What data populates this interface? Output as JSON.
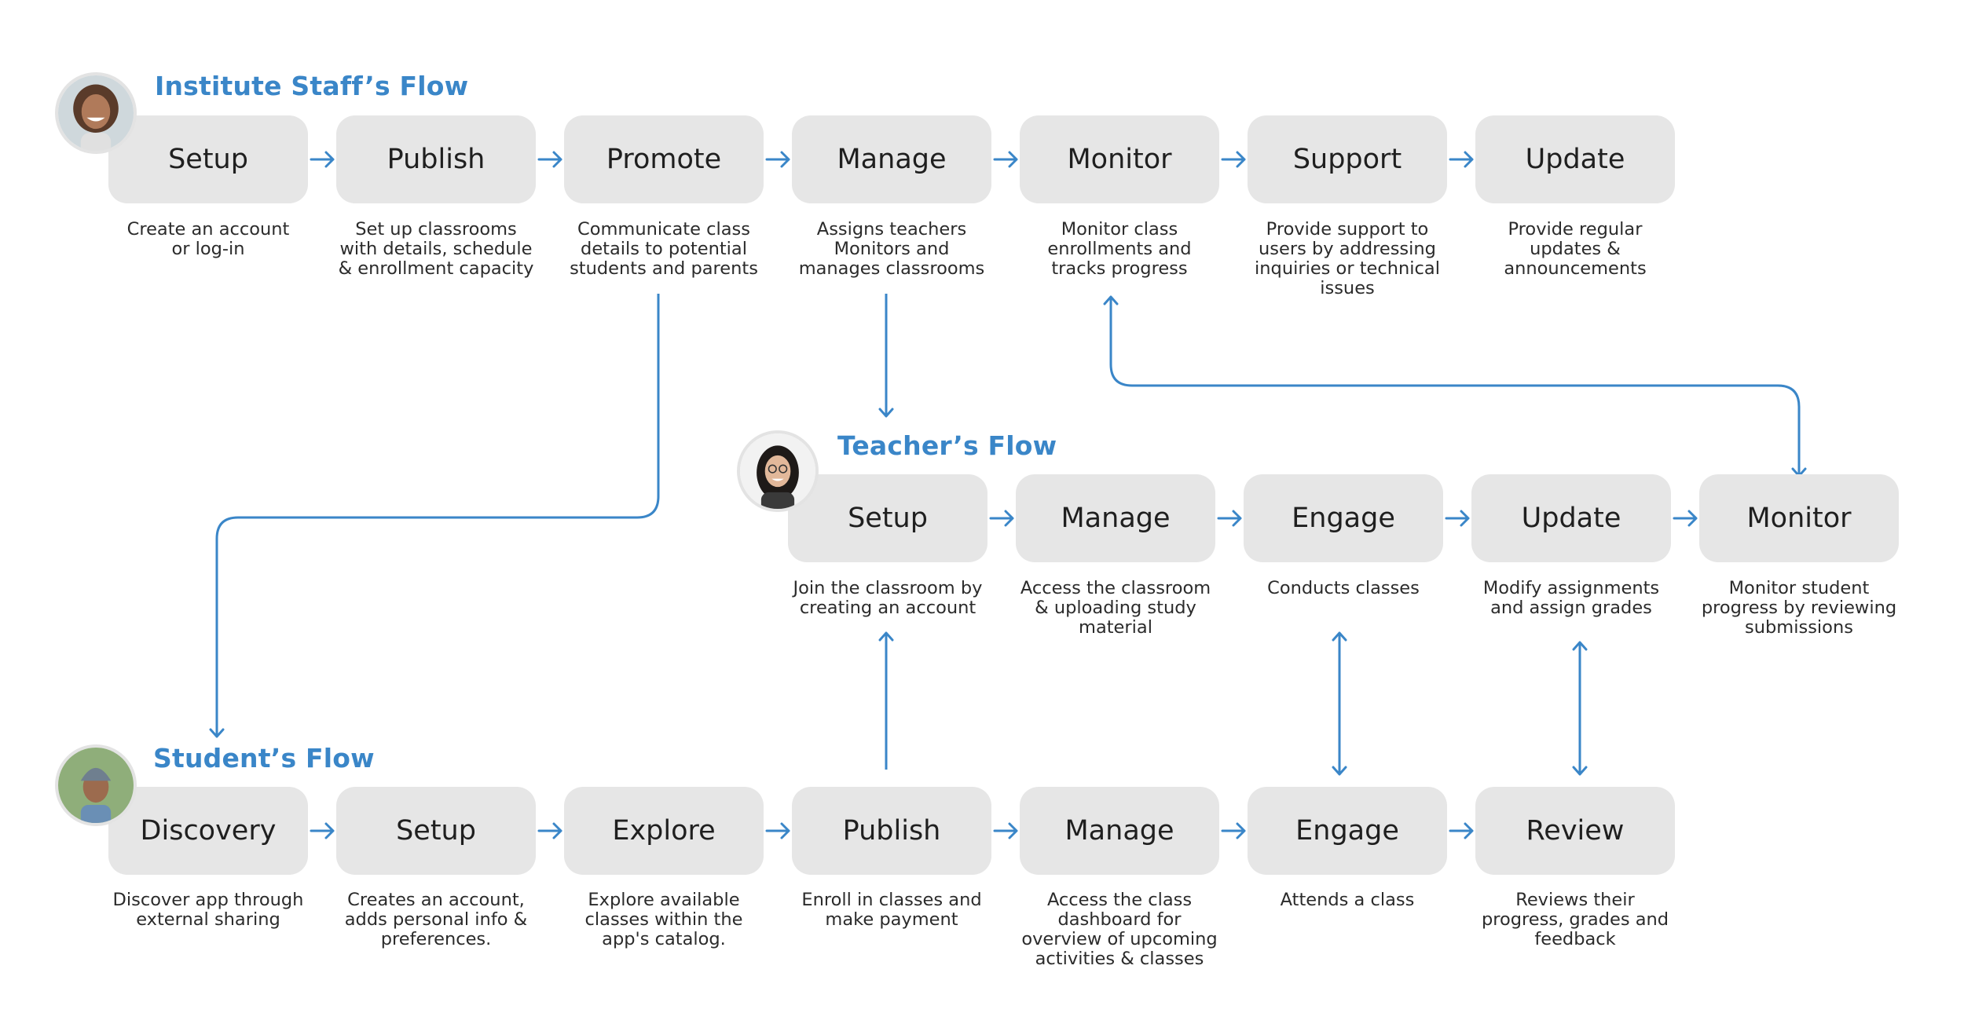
{
  "colors": {
    "accent": "#3a86c8",
    "box_fill": "#e6e6e6",
    "label_text": "#1f1f1f",
    "desc_text": "#2b2b2b"
  },
  "flows": {
    "staff": {
      "title": "Institute Staff’s Flow",
      "avatar": "staff-avatar-photo",
      "steps": [
        {
          "label": "Setup",
          "desc": "Create an account\nor log-in"
        },
        {
          "label": "Publish",
          "desc": "Set up classrooms\nwith details, schedule\n& enrollment capacity"
        },
        {
          "label": "Promote",
          "desc": "Communicate class\ndetails to potential\nstudents and  parents"
        },
        {
          "label": "Manage",
          "desc": "Assigns teachers\nMonitors and\nmanages classrooms"
        },
        {
          "label": "Monitor",
          "desc": "Monitor class\nenrollments and\ntracks progress"
        },
        {
          "label": "Support",
          "desc": "Provide support to\nusers by addressing\ninquiries or technical\nissues"
        },
        {
          "label": "Update",
          "desc": "Provide regular\nupdates &\nannouncements"
        }
      ]
    },
    "teacher": {
      "title": "Teacher’s Flow",
      "avatar": "teacher-avatar-photo",
      "steps": [
        {
          "label": "Setup",
          "desc": "Join the classroom by\ncreating an account"
        },
        {
          "label": "Manage",
          "desc": "Access the classroom\n& uploading study\nmaterial"
        },
        {
          "label": "Engage",
          "desc": "Conducts classes"
        },
        {
          "label": "Update",
          "desc": "Modify assignments\nand assign grades"
        },
        {
          "label": "Monitor",
          "desc": "Monitor student\nprogress by reviewing\nsubmissions"
        }
      ]
    },
    "student": {
      "title": "Student’s Flow",
      "avatar": "student-avatar-photo",
      "steps": [
        {
          "label": "Discovery",
          "desc": "Discover app through\nexternal sharing"
        },
        {
          "label": "Setup",
          "desc": "Creates an account,\nadds personal info &\npreferences."
        },
        {
          "label": "Explore",
          "desc": "Explore available\nclasses within the\napp's catalog."
        },
        {
          "label": "Publish",
          "desc": "Enroll in classes and\nmake payment"
        },
        {
          "label": "Manage",
          "desc": "Access the class\ndashboard for\noverview of upcoming\nactivities & classes"
        },
        {
          "label": "Engage",
          "desc": "Attends a class"
        },
        {
          "label": "Review",
          "desc": "Reviews their\nprogress, grades and\nfeedback"
        }
      ]
    }
  }
}
